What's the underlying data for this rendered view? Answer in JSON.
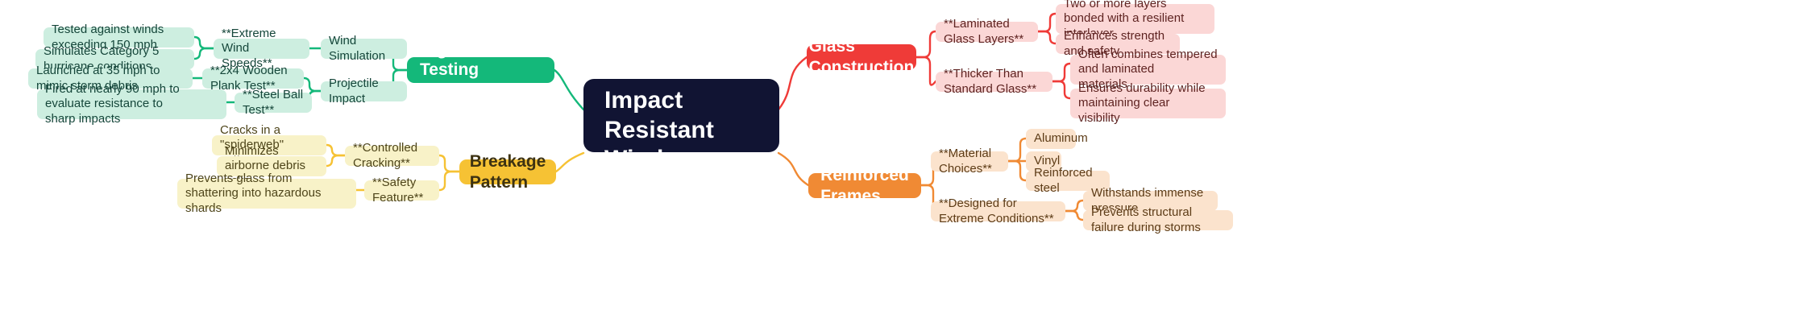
{
  "title": "What are Hurricane Impact Resistant Windows and Doors",
  "colors": {
    "center_bg": "#111433",
    "green": "#14b87a",
    "red": "#ef3b38",
    "yellow": "#f6c234",
    "orange": "#f08a34",
    "green_chip": "#cdeee0",
    "red_chip": "#fbd7d6",
    "yellow_chip": "#f8f2c8",
    "orange_chip": "#fbe3cd",
    "canvas": "#ffffff"
  },
  "center": {
    "label": "What are Hurricane\nImpact Resistant\nWindows and Doors"
  },
  "branches": {
    "testing": {
      "label": "Rigorous Testing Standards",
      "children": [
        {
          "label": "Wind Simulation",
          "children": [
            {
              "label": "**Extreme Wind Speeds**",
              "children": [
                {
                  "label": "Tested against winds exceeding 150 mph"
                },
                {
                  "label": "Simulates Category 5 hurricane conditions"
                }
              ]
            }
          ]
        },
        {
          "label": "Projectile Impact",
          "children": [
            {
              "label": "**2x4 Wooden Plank Test**",
              "children": [
                {
                  "label": "Launched at 35 mph to mimic storm debris"
                }
              ]
            },
            {
              "label": "**Steel Ball Test**",
              "children": [
                {
                  "label": "Fired at nearly 90 mph to evaluate resistance to\nsharp impacts"
                }
              ]
            }
          ]
        }
      ]
    },
    "glass": {
      "label": "Glass Construction",
      "children": [
        {
          "label": "**Laminated Glass Layers**",
          "children": [
            {
              "label": "Two or more layers bonded with a resilient\ninterlayer"
            },
            {
              "label": "Enhances strength and safety"
            }
          ]
        },
        {
          "label": "**Thicker Than Standard Glass**",
          "children": [
            {
              "label": "Often combines tempered and laminated\nmaterials"
            },
            {
              "label": "Ensures durability while maintaining clear\nvisibility"
            }
          ]
        }
      ]
    },
    "breakage": {
      "label": "Breakage Pattern",
      "children": [
        {
          "label": "**Controlled Cracking**",
          "children": [
            {
              "label": "Cracks in a \"spiderweb\" pattern"
            },
            {
              "label": "Minimizes airborne debris risks"
            }
          ]
        },
        {
          "label": "**Safety Feature**",
          "children": [
            {
              "label": "Prevents glass from shattering into hazardous\nshards"
            }
          ]
        }
      ]
    },
    "frames": {
      "label": "Reinforced Frames",
      "children": [
        {
          "label": "**Material Choices**",
          "children": [
            {
              "label": "Aluminum"
            },
            {
              "label": "Vinyl"
            },
            {
              "label": "Reinforced steel"
            }
          ]
        },
        {
          "label": "**Designed for Extreme Conditions**",
          "children": [
            {
              "label": "Withstands immense pressure"
            },
            {
              "label": "Prevents structural failure during storms"
            }
          ]
        }
      ]
    }
  }
}
